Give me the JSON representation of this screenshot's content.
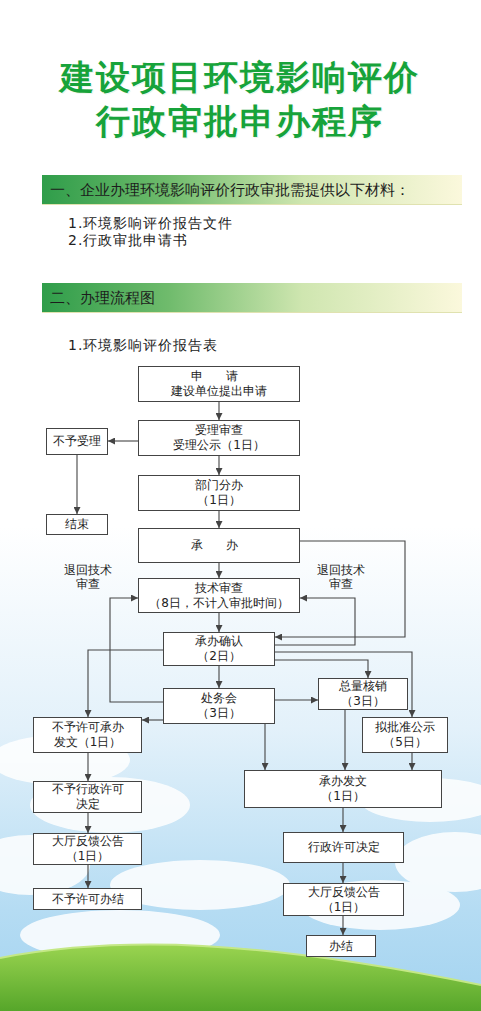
{
  "diagram": {
    "title": "建设项目环境影响评价 行政审批申办程序",
    "nodes": [
      {
        "text": [
          "一、企业办理环境影响评价行政审批需提供以下材料："
        ]
      },
      {
        "text": [
          "二、办理流程图"
        ]
      },
      {
        "text": [
          "申 请",
          "建设单位提出申请"
        ]
      },
      {
        "text": [
          "受理审查",
          "受理公示（1日）"
        ]
      },
      {
        "text": [
          "不予受理"
        ]
      },
      {
        "text": [
          "结束"
        ]
      },
      {
        "text": [
          "部门分办",
          "（1日）"
        ]
      },
      {
        "text": [
          "承 办"
        ]
      },
      {
        "text": [
          "技术审查",
          "（8日，不计入审批时间）"
        ]
      },
      {
        "text": [
          "承办确认",
          "（2日）"
        ]
      },
      {
        "text": [
          "处务会",
          "（3日）"
        ]
      },
      {
        "text": [
          "总量核销",
          "（3日）"
        ]
      },
      {
        "text": [
          "拟批准公示",
          "（5日）"
        ]
      },
      {
        "text": [
          "不予许可承办 发文（1日）"
        ]
      },
      {
        "text": [
          "不予行政许可 决定"
        ]
      },
      {
        "text": [
          "大厅反馈公告",
          "（1日）"
        ]
      },
      {
        "text": [
          "不予许可办结"
        ]
      },
      {
        "text": [
          "承办发文",
          "（1日）"
        ]
      },
      {
        "text": [
          "行政许可决定"
        ]
      },
      {
        "text": [
          "大厅反馈公告",
          "（1日）"
        ]
      },
      {
        "text": [
          "办结"
        ]
      }
    ],
    "edges": [
      {
        "from": 2,
        "to": 3,
        "arrow": "to"
      },
      {
        "from": 3,
        "to": 4,
        "arrow": "to"
      },
      {
        "from": 4,
        "to": 5,
        "arrow": "to"
      },
      {
        "from": 3,
        "to": 6,
        "arrow": "to"
      },
      {
        "from": 6,
        "to": 7,
        "arrow": "to"
      },
      {
        "from": 7,
        "to": 8,
        "arrow": "to"
      },
      {
        "from": 7,
        "to": 9,
        "arrow": "to"
      },
      {
        "from": 8,
        "to": 9,
        "arrow": "to"
      },
      {
        "from": 9,
        "to": 8,
        "label": "退回技术审查",
        "arrow": "to"
      },
      {
        "from": 9,
        "to": 10,
        "arrow": "to"
      },
      {
        "from": 10,
        "to": 8,
        "label": "退回技术审查",
        "arrow": "to"
      },
      {
        "from": 9,
        "to": 11,
        "arrow": "to"
      },
      {
        "from": 9,
        "to": 12,
        "arrow": "to"
      },
      {
        "from": 9,
        "to": 13,
        "arrow": "to"
      },
      {
        "from": 10,
        "to": 11,
        "arrow": "to"
      },
      {
        "from": 10,
        "to": 13,
        "arrow": "to"
      },
      {
        "from": 10,
        "to": 17,
        "arrow": "to"
      },
      {
        "from": 11,
        "to": 17,
        "arrow": "to"
      },
      {
        "from": 12,
        "to": 17,
        "arrow": "to"
      },
      {
        "from": 13,
        "to": 14,
        "arrow": "to"
      },
      {
        "from": 14,
        "to": 15,
        "arrow": "to"
      },
      {
        "from": 15,
        "to": 16,
        "arrow": "to"
      },
      {
        "from": 17,
        "to": 18,
        "arrow": "to"
      },
      {
        "from": 18,
        "to": 19,
        "arrow": "to"
      },
      {
        "from": 19,
        "to": 20,
        "arrow": "to"
      }
    ],
    "labels": [
      "1.环境影响评价报告文件",
      "2.行政审批申请书",
      "1.环境影响评价报告表"
    ]
  }
}
